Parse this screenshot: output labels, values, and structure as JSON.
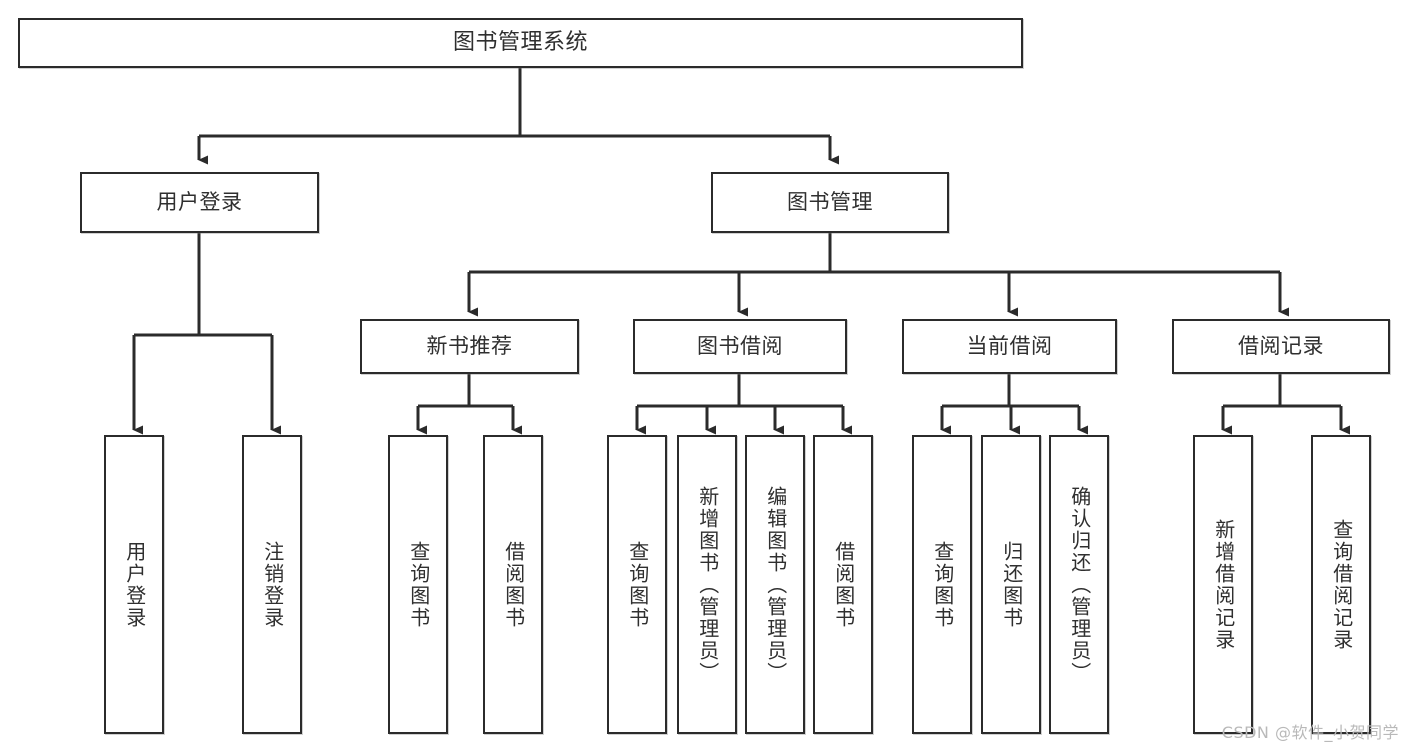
{
  "diagram": {
    "title": "图书管理系统",
    "watermark": "CSDN @软件_小贺同学",
    "line_color": "#2b2b2b",
    "box_fill": "#ffffff",
    "text_color": "#2f2f2f",
    "nodes": {
      "root": "图书管理系统",
      "user_login": "用户登录",
      "book_manage": "图书管理",
      "new_book_rec": "新书推荐",
      "book_borrow": "图书借阅",
      "current_borrow": "当前借阅",
      "borrow_record": "借阅记录",
      "user_login_leaf": "用户登录",
      "logout_leaf": "注销登录",
      "rec_query_book": "查询图书",
      "rec_borrow_book": "借阅图书",
      "borrow_query_book": "查询图书",
      "borrow_add_book": "新增图书（管理员）",
      "borrow_edit_book": "编辑图书（管理员）",
      "borrow_borrow_book": "借阅图书",
      "cur_query_book": "查询图书",
      "cur_return_book": "归还图书",
      "cur_confirm_return": "确认归还（管理员）",
      "rec_add_record": "新增借阅记录",
      "rec_query_record": "查询借阅记录"
    }
  }
}
